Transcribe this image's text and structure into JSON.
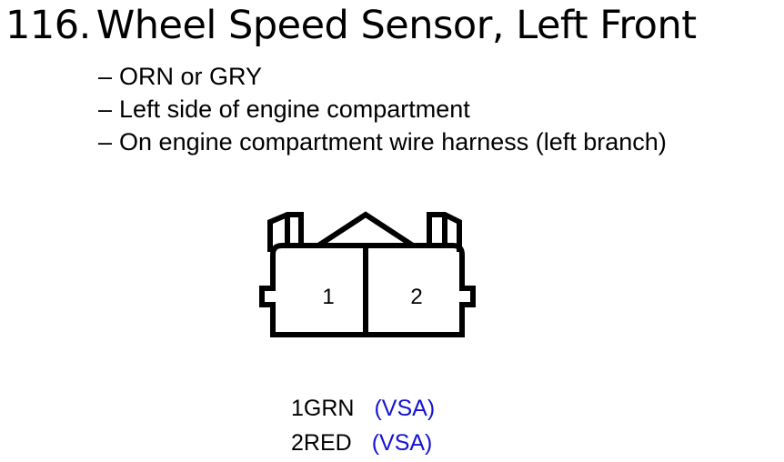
{
  "title": {
    "number": "116.",
    "text": "Wheel Speed Sensor, Left Front"
  },
  "notes": [
    "ORN or GRY",
    "Left side of engine compartment",
    "On engine compartment wire harness (left branch)"
  ],
  "bullet": "–",
  "connector": {
    "pins": [
      "1",
      "2"
    ]
  },
  "wires": [
    {
      "pin": "1",
      "color": "GRN",
      "system": "(VSA)"
    },
    {
      "pin": "2",
      "color": "RED",
      "system": "(VSA)"
    }
  ],
  "colors": {
    "text": "#000000",
    "system_label": "#1414d2",
    "outline": "#000000"
  }
}
